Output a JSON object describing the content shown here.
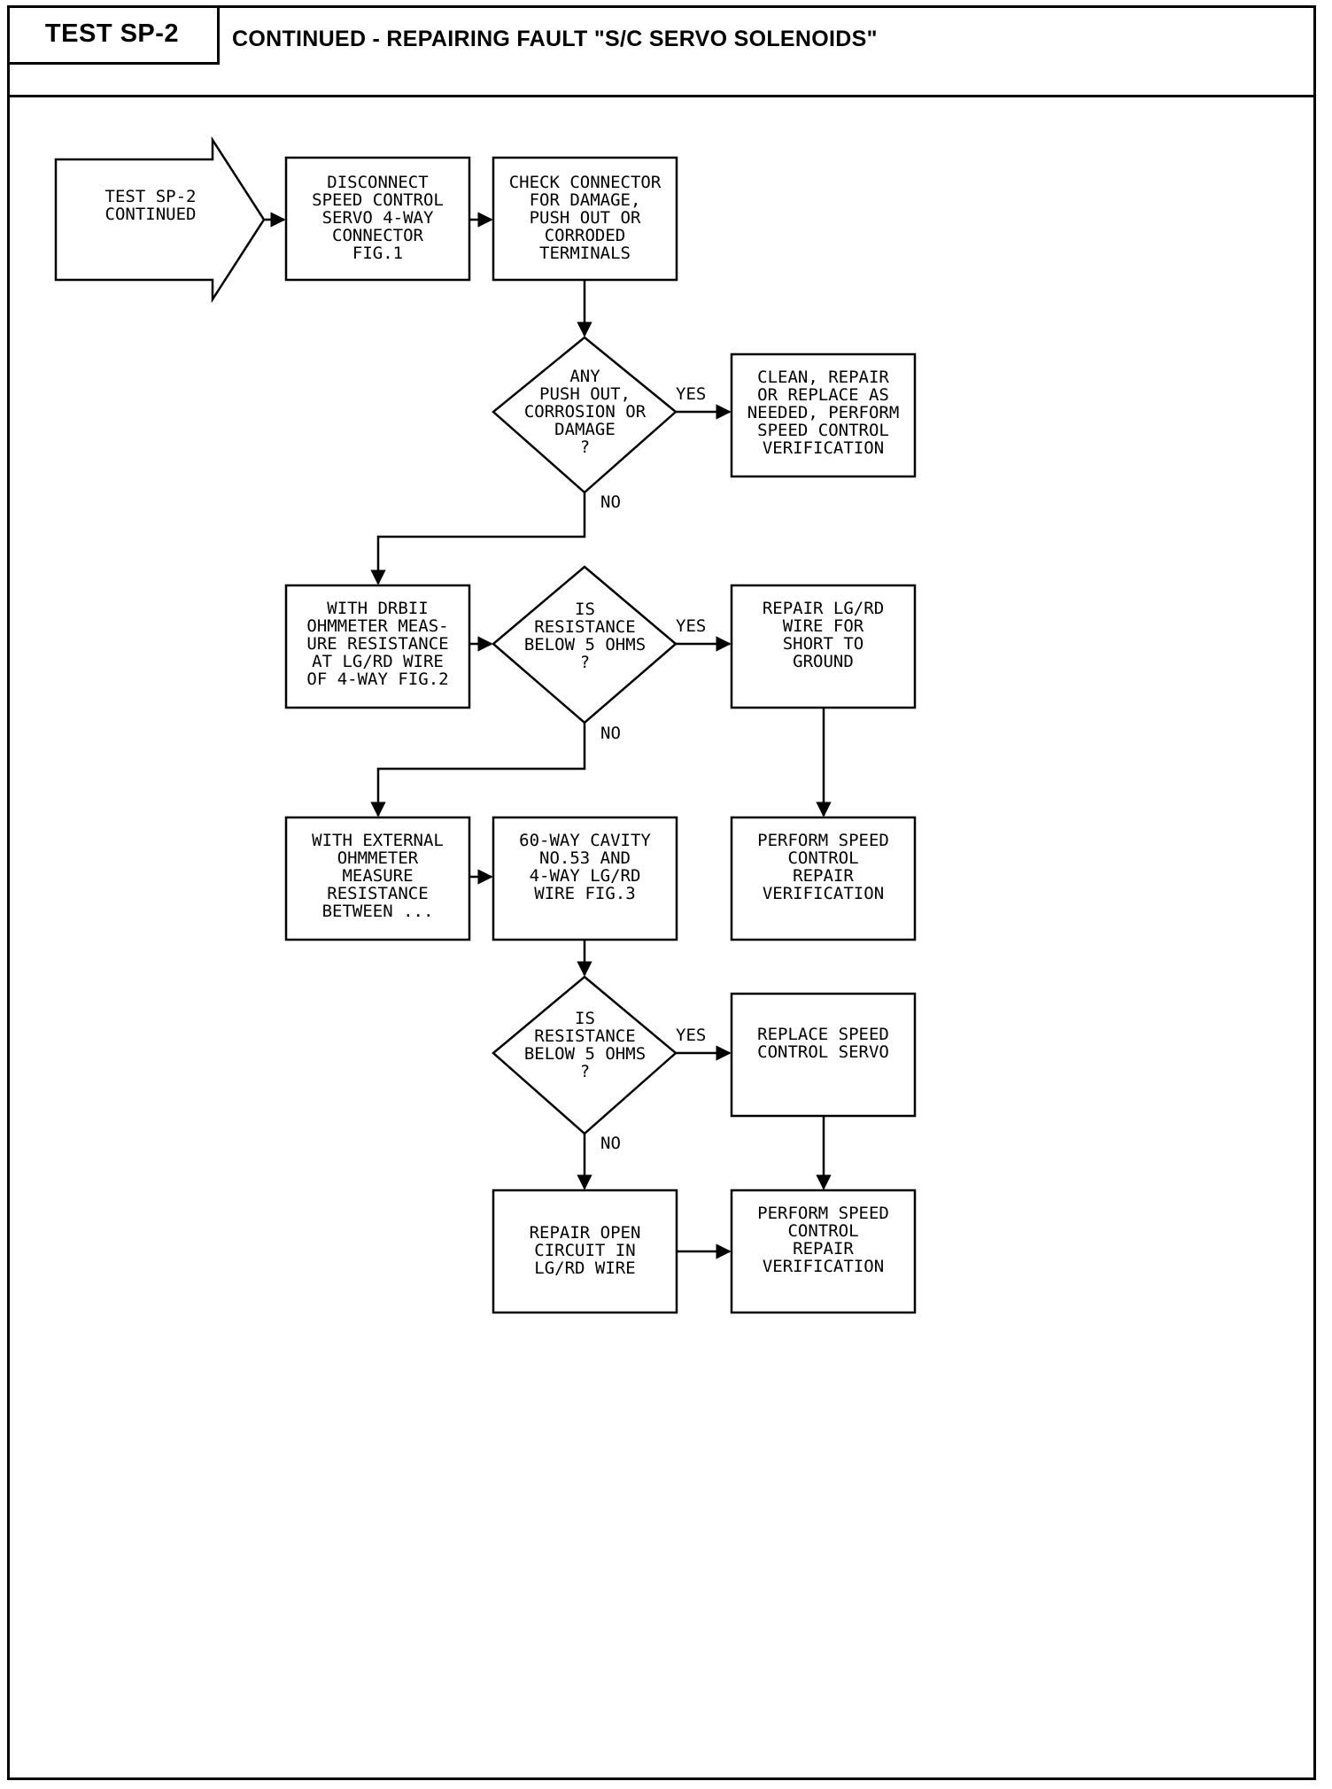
{
  "header": {
    "test_id": "TEST SP-2",
    "title": "CONTINUED - REPAIRING FAULT \"S/C SERVO SOLENOIDS\""
  },
  "flowchart": {
    "start": "TEST SP-2\nCONTINUED",
    "box_disconnect": "DISCONNECT\nSPEED CONTROL\nSERVO 4-WAY\nCONNECTOR\nFIG.1",
    "box_check": "CHECK CONNECTOR\nFOR DAMAGE,\nPUSH OUT OR\nCORRODED\nTERMINALS",
    "decision_damage": "ANY\nPUSH OUT,\nCORROSION OR\nDAMAGE\n?",
    "box_clean": "CLEAN, REPAIR\nOR REPLACE AS\nNEEDED, PERFORM\nSPEED CONTROL\nVERIFICATION",
    "box_dbii": "WITH DRBII\nOHMMETER MEAS-\nURE RESISTANCE\nAT LG/RD WIRE\nOF 4-WAY FIG.2",
    "decision_res1": "IS\nRESISTANCE\nBELOW 5 OHMS\n?",
    "box_repair_short": "REPAIR LG/RD\nWIRE FOR\nSHORT TO\nGROUND",
    "box_external": "WITH EXTERNAL\nOHMMETER\nMEASURE\nRESISTANCE\nBETWEEN ...",
    "box_cavity": "60-WAY CAVITY\nNO.53 AND\n4-WAY LG/RD\nWIRE FIG.3",
    "box_verify1": "PERFORM SPEED\nCONTROL\nREPAIR\nVERIFICATION",
    "decision_res2": "IS\nRESISTANCE\nBELOW 5 OHMS\n?",
    "box_replace": "REPLACE SPEED\nCONTROL SERVO",
    "box_repair_open": "REPAIR OPEN\nCIRCUIT IN\nLG/RD WIRE",
    "box_verify2": "PERFORM SPEED\nCONTROL\nREPAIR\nVERIFICATION",
    "yes_label": "YES",
    "no_label": "NO"
  }
}
